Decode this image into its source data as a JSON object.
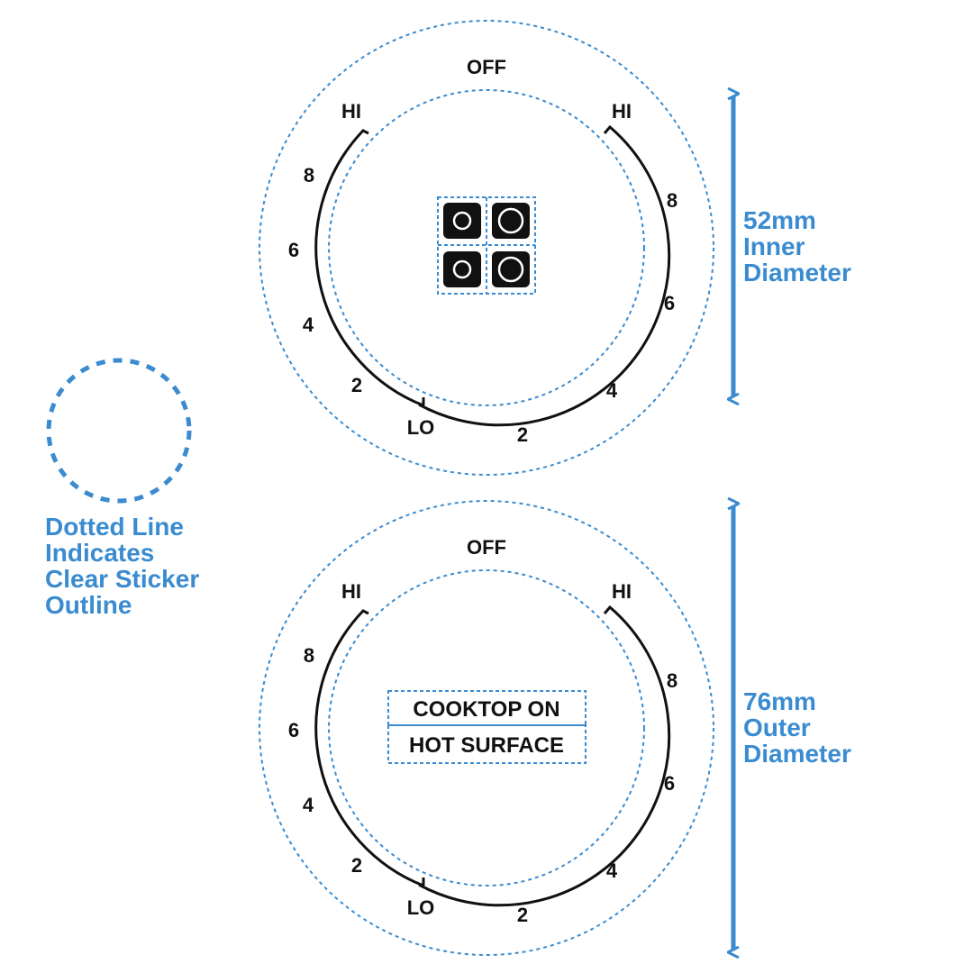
{
  "colors": {
    "accent": "#3a8bd0",
    "ink": "#111111",
    "background": "#ffffff"
  },
  "legend": {
    "lines": [
      "Dotted Line",
      "Indicates",
      "Clear Sticker",
      "Outline"
    ]
  },
  "stickers": [
    {
      "off": "OFF",
      "hi_left": "HI",
      "hi_right": "HI",
      "lo": "LO",
      "left_scale": [
        "8",
        "6",
        "4",
        "2"
      ],
      "right_scale": [
        "8",
        "6",
        "4",
        "2"
      ],
      "center_icon": "cooktop-burners-icon"
    },
    {
      "off": "OFF",
      "hi_left": "HI",
      "hi_right": "HI",
      "lo": "LO",
      "left_scale": [
        "8",
        "6",
        "4",
        "2"
      ],
      "right_scale": [
        "8",
        "6",
        "4",
        "2"
      ],
      "warning": [
        "COOKTOP ON",
        "HOT SURFACE"
      ]
    }
  ],
  "dimensions": {
    "inner": [
      "52mm",
      "Inner",
      "Diameter"
    ],
    "outer": [
      "76mm",
      "Outer",
      "Diameter"
    ]
  }
}
